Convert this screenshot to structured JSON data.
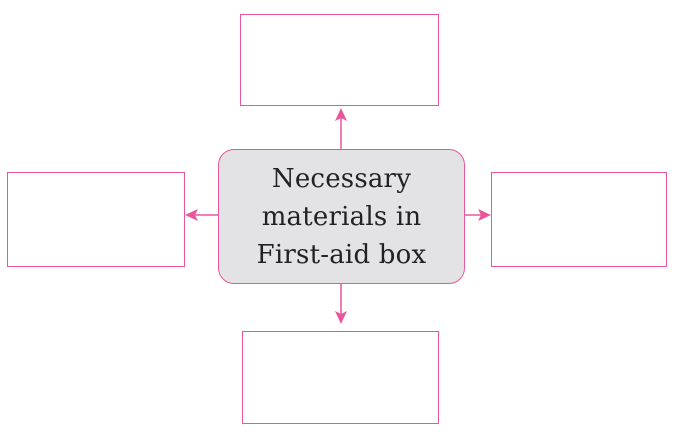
{
  "diagram": {
    "center_label_lines": [
      "Necessary",
      "materials in",
      "First-aid box"
    ],
    "accent_color": "#e8579b",
    "center_fill_color": "#e3e3e5"
  }
}
